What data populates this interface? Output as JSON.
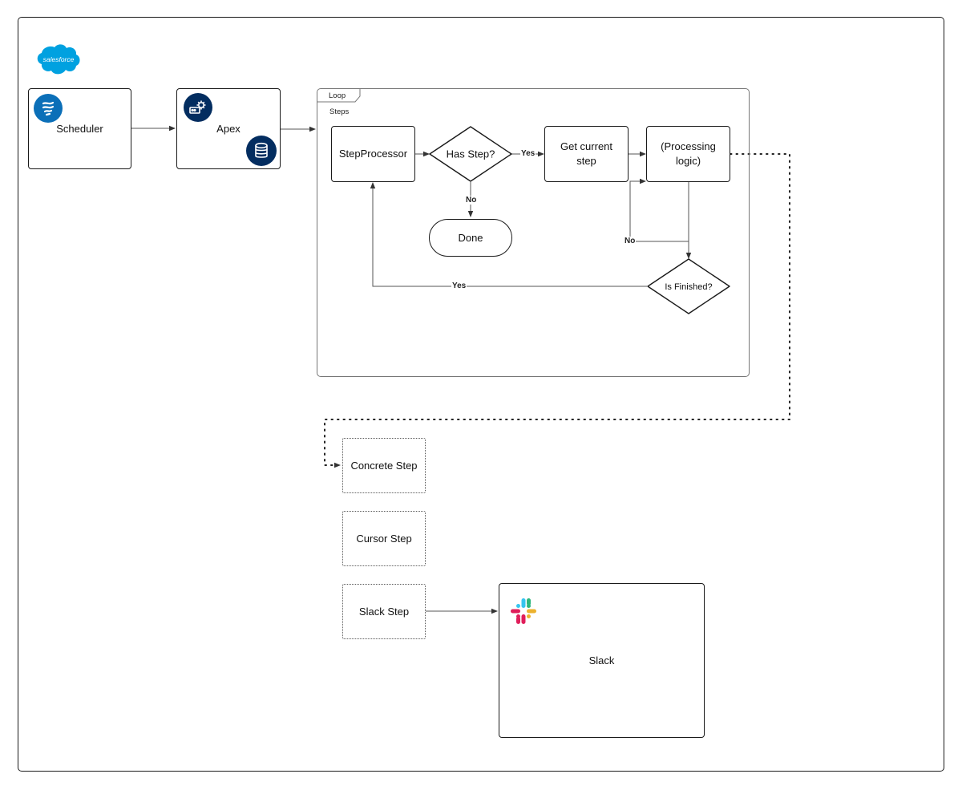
{
  "logo": {
    "text": "salesforce",
    "color": "#00a1e0"
  },
  "nodes": {
    "scheduler": "Scheduler",
    "apex": "Apex",
    "loop_tab": "Loop",
    "loop_steps": "Steps",
    "step_processor": "StepProcessor",
    "has_step": "Has Step?",
    "get_current_step": "Get current\nstep",
    "processing_logic": "(Processing\nlogic)",
    "done": "Done",
    "is_finished": "Is Finished?",
    "concrete_step": "Concrete Step",
    "cursor_step": "Cursor Step",
    "slack_step": "Slack Step",
    "slack": "Slack"
  },
  "edge_labels": {
    "has_step_yes": "Yes",
    "has_step_no": "No",
    "finished_no": "No",
    "finished_yes": "Yes"
  },
  "icons": {
    "scheduler": "scheduler-flow-icon",
    "apex_gear": "apex-gear-icon",
    "apex_db": "database-icon",
    "slack": "slack-logo-icon"
  },
  "colors": {
    "salesforce_blue": "#00a1e0",
    "scheduler_icon": "#0b6fb8",
    "apex_navy": "#032d60",
    "stroke": "#1a1a1a"
  }
}
